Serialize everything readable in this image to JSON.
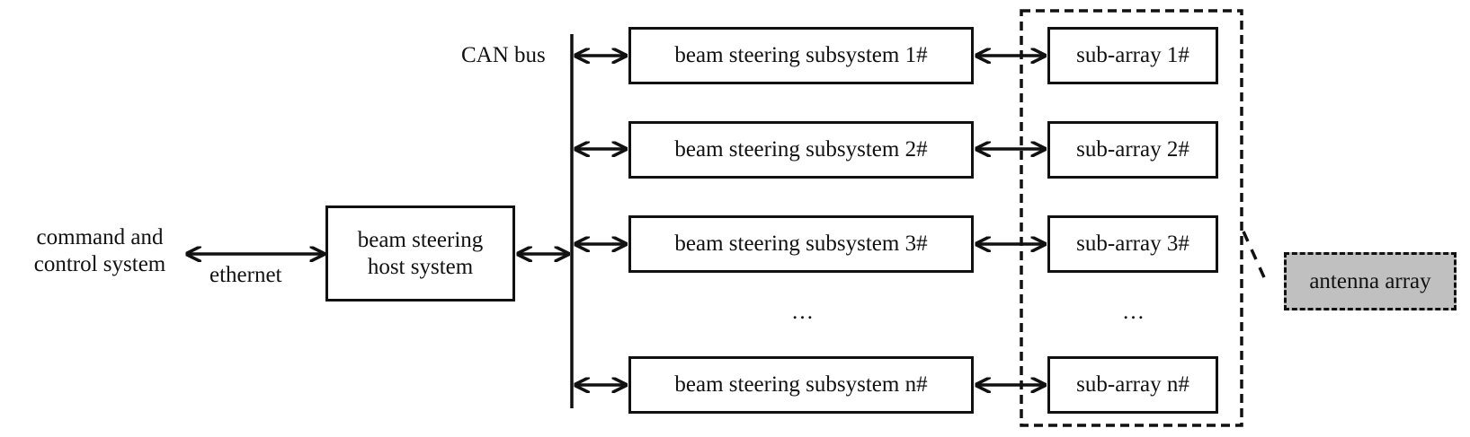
{
  "command": {
    "line1": "command and",
    "line2": "control system"
  },
  "ethernet_label": "ethernet",
  "host": {
    "line1": "beam steering",
    "line2": "host system"
  },
  "can_bus_label": "CAN bus",
  "subsystems": [
    "beam steering subsystem 1#",
    "beam steering subsystem 2#",
    "beam steering subsystem 3#",
    "beam steering subsystem n#"
  ],
  "subarrays": [
    "sub-array 1#",
    "sub-array 2#",
    "sub-array 3#",
    "sub-array n#"
  ],
  "ellipsis": "…",
  "antenna_label": "antenna array",
  "colors": {
    "line": "#111111",
    "antenna_fill": "#c0c0c0"
  }
}
